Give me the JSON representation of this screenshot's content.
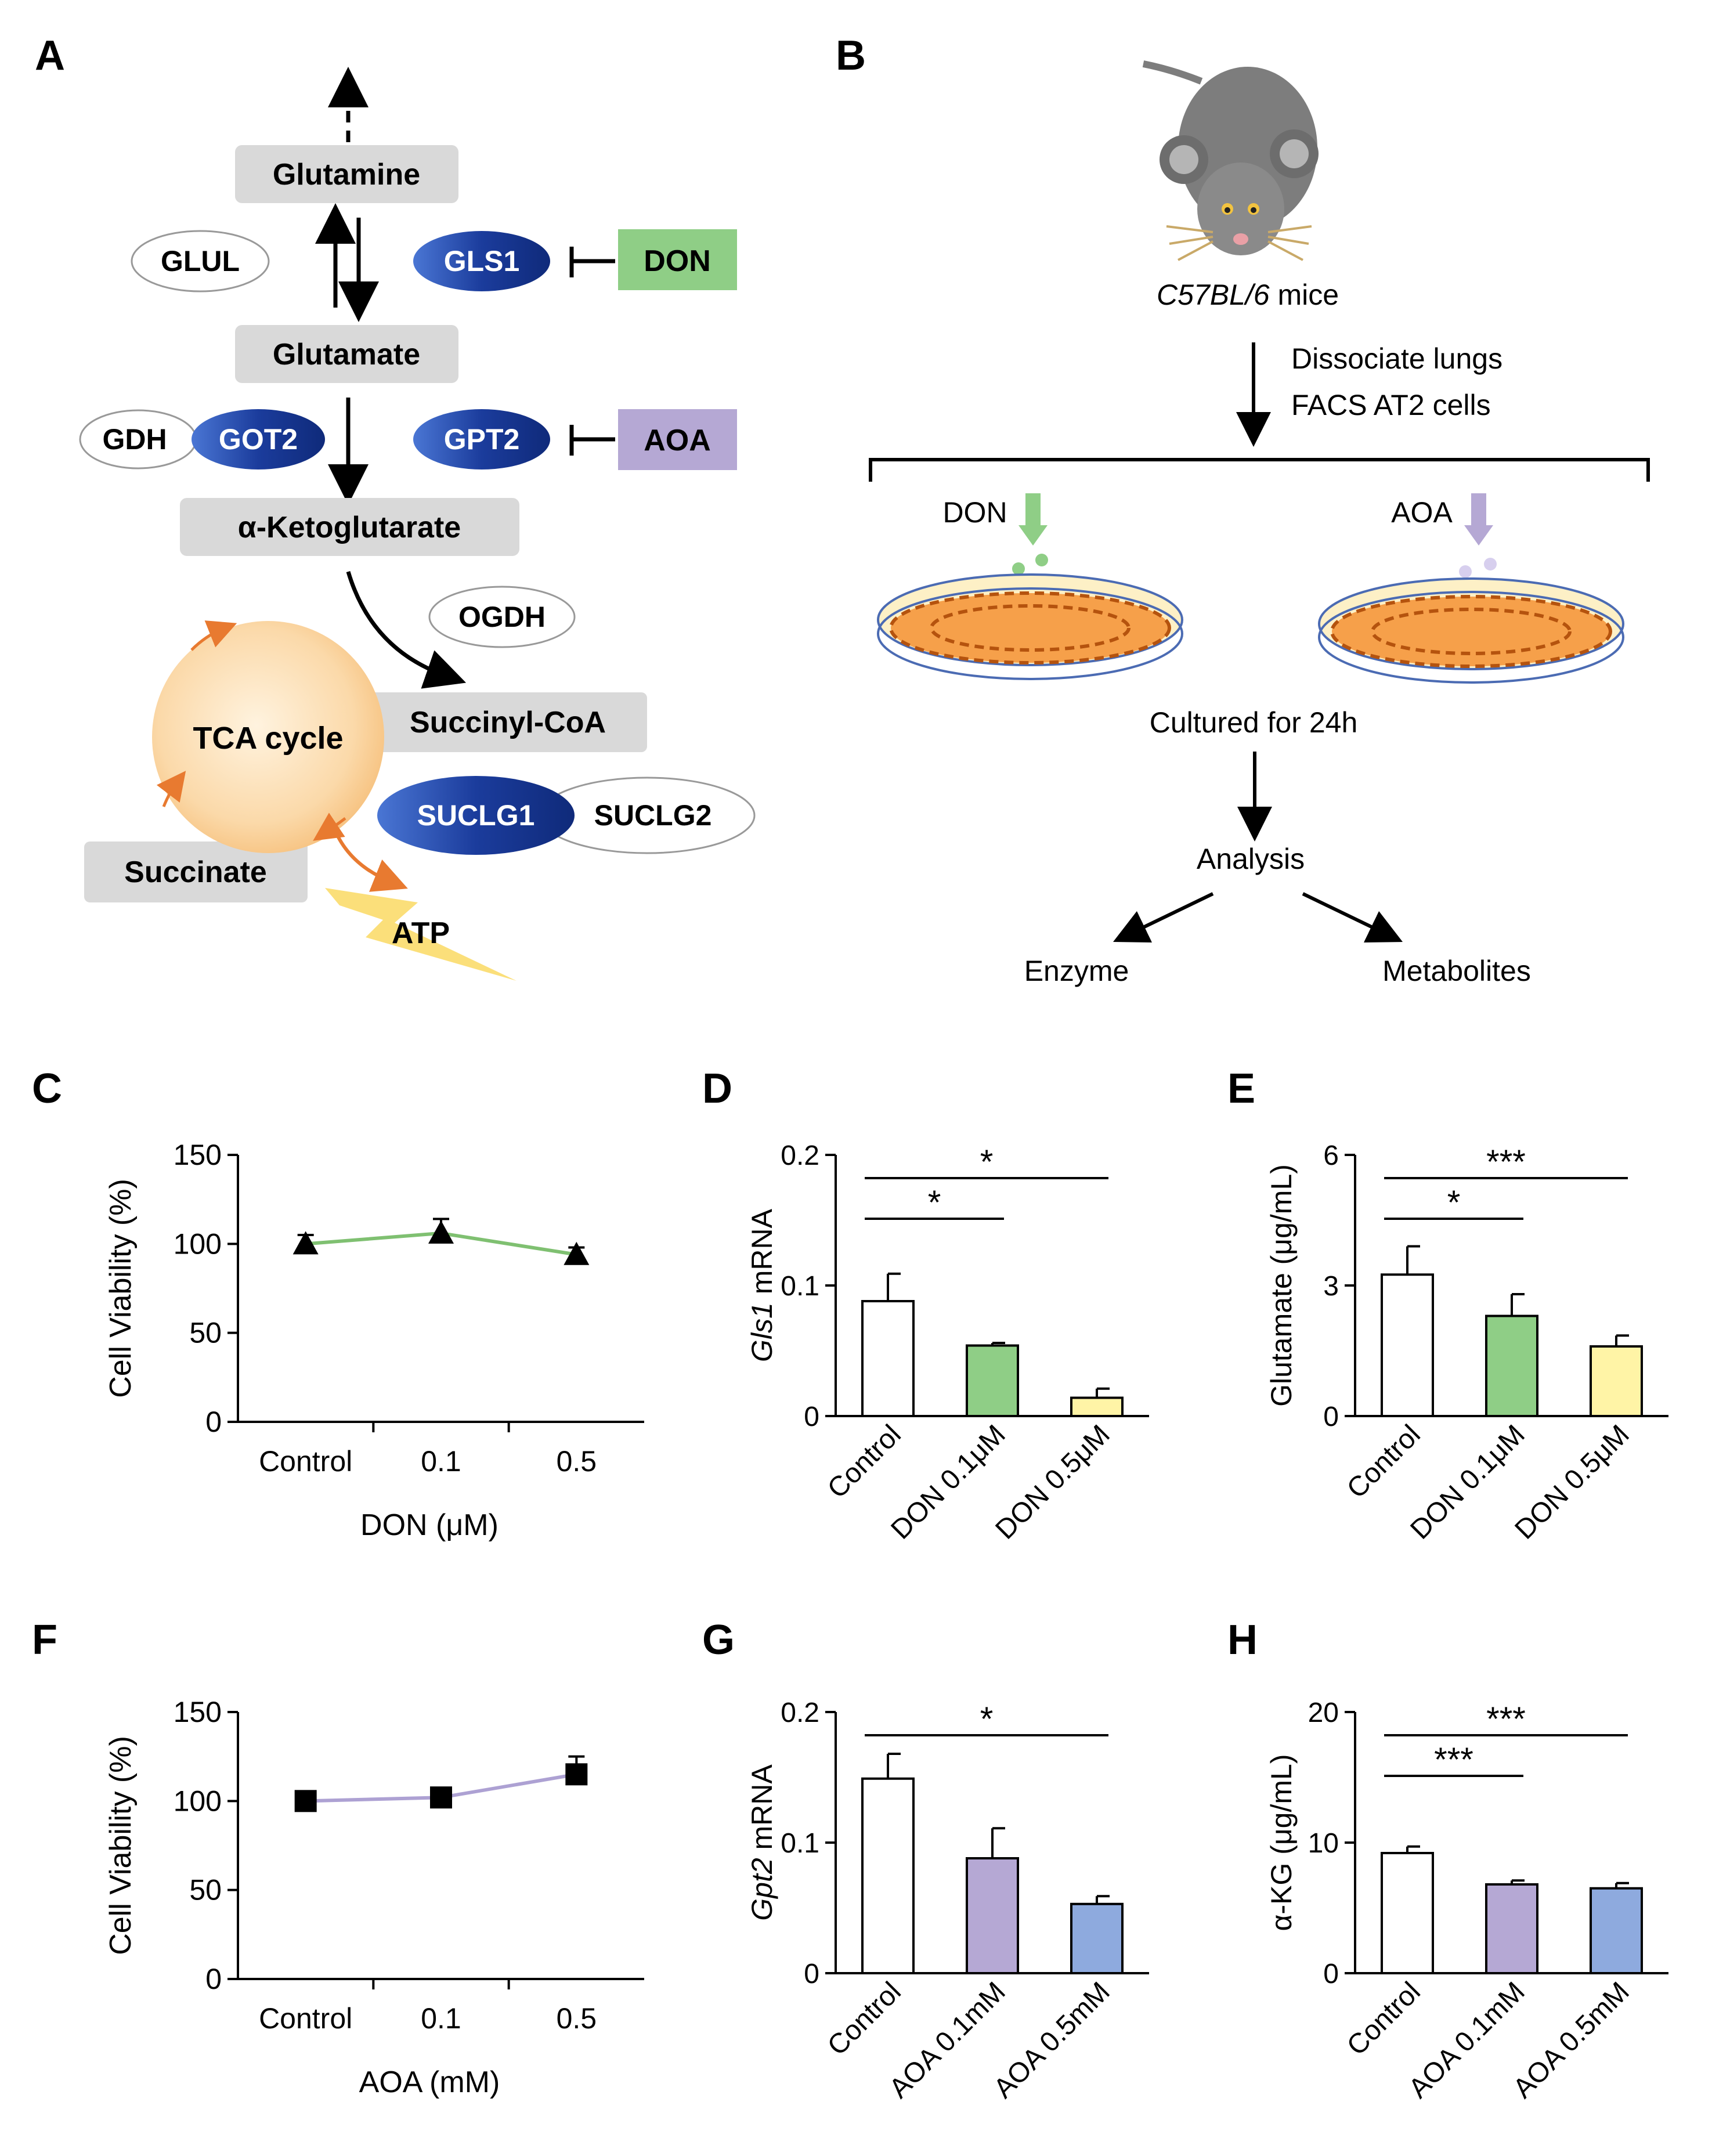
{
  "panel_letters": [
    "A",
    "B",
    "C",
    "D",
    "E",
    "F",
    "G",
    "H"
  ],
  "pathway": {
    "metabolites": {
      "glutamine": "Glutamine",
      "glutamate": "Glutamate",
      "akg": "α-Ketoglutarate",
      "succinyl_coa": "Succinyl-CoA",
      "succinate": "Succinate",
      "tca": "TCA cycle",
      "atp": "ATP"
    },
    "enzymes": {
      "glul": "GLUL",
      "gls1": "GLS1",
      "gdh": "GDH",
      "got2": "GOT2",
      "gpt2": "GPT2",
      "ogdh": "OGDH",
      "suclg1": "SUCLG1",
      "suclg2": "SUCLG2"
    },
    "inhibitors": {
      "don": "DON",
      "aoa": "AOA"
    },
    "colors": {
      "don_box": "#8fce86",
      "aoa_box": "#b5a8d4",
      "enzyme_blue": "#1b3c9c",
      "metab_box": "#d9d9d9",
      "tca": "#fbd9a9",
      "arrow_orange": "#e87a30",
      "atp": "#fbdf7a"
    }
  },
  "workflow": {
    "mice": "C57BL/6",
    "mice_suffix": " mice",
    "step1": "Dissociate lungs",
    "step2": "FACS AT2 cells",
    "don_label": "DON",
    "aoa_label": "AOA",
    "culture": "Cultured for 24h",
    "analysis": "Analysis",
    "out1": "Enzyme",
    "out2": "Metabolites"
  },
  "chart_data": [
    {
      "panel": "C",
      "type": "line",
      "categories": [
        "Control",
        "0.1",
        "0.5"
      ],
      "values": [
        100,
        106,
        94
      ],
      "errors": [
        5,
        8,
        4
      ],
      "ylabel": "Cell Viability (%)",
      "xlabel": "DON (μM)",
      "ylim": [
        0,
        150
      ],
      "yticks": [
        "0",
        "50",
        "100",
        "150"
      ],
      "marker": "triangle",
      "color": "#7fc071"
    },
    {
      "panel": "D",
      "type": "bar",
      "categories": [
        "Control",
        "DON 0.1μM",
        "DON 0.5μM"
      ],
      "values": [
        0.088,
        0.054,
        0.014
      ],
      "errors": [
        0.021,
        0.002,
        0.007
      ],
      "ylabel_italic": "Gls1",
      "ylabel_rest": " mRNA",
      "ylim": [
        0,
        0.2
      ],
      "yticks": [
        "0",
        "0.1",
        "0.2"
      ],
      "colors": [
        "#ffffff",
        "#8fce86",
        "#fff4a6"
      ],
      "sig": [
        {
          "from": 0,
          "to": 1,
          "label": "*"
        },
        {
          "from": 0,
          "to": 2,
          "label": "*"
        }
      ]
    },
    {
      "panel": "E",
      "type": "bar",
      "categories": [
        "Control",
        "DON 0.1μM",
        "DON 0.5μM"
      ],
      "values": [
        3.25,
        2.3,
        1.6
      ],
      "errors": [
        0.65,
        0.5,
        0.25
      ],
      "ylabel": "Glutamate (μg/mL)",
      "ylim": [
        0,
        6
      ],
      "yticks": [
        "0",
        "3",
        "6"
      ],
      "colors": [
        "#ffffff",
        "#8fce86",
        "#fff4a6"
      ],
      "sig": [
        {
          "from": 0,
          "to": 1,
          "label": "*"
        },
        {
          "from": 0,
          "to": 2,
          "label": "***"
        }
      ]
    },
    {
      "panel": "F",
      "type": "line",
      "categories": [
        "Control",
        "0.1",
        "0.5"
      ],
      "values": [
        100,
        102,
        115
      ],
      "errors": [
        3,
        5,
        10
      ],
      "ylabel": "Cell Viability (%)",
      "xlabel": "AOA (mM)",
      "ylim": [
        0,
        150
      ],
      "yticks": [
        "0",
        "50",
        "100",
        "150"
      ],
      "marker": "square",
      "color": "#ada1d3"
    },
    {
      "panel": "G",
      "type": "bar",
      "categories": [
        "Control",
        "AOA 0.1mM",
        "AOA 0.5mM"
      ],
      "values": [
        0.149,
        0.088,
        0.053
      ],
      "errors": [
        0.019,
        0.023,
        0.006
      ],
      "ylabel_italic": "Gpt2",
      "ylabel_rest": " mRNA",
      "ylim": [
        0,
        0.2
      ],
      "yticks": [
        "0",
        "0.1",
        "0.2"
      ],
      "colors": [
        "#ffffff",
        "#b5a8d4",
        "#8eaade"
      ],
      "sig": [
        {
          "from": 0,
          "to": 2,
          "label": "*"
        }
      ]
    },
    {
      "panel": "H",
      "type": "bar",
      "categories": [
        "Control",
        "AOA 0.1mM",
        "AOA 0.5mM"
      ],
      "values": [
        9.2,
        6.8,
        6.5
      ],
      "errors": [
        0.5,
        0.3,
        0.4
      ],
      "ylabel": "α-KG (μg/mL)",
      "ylim": [
        0,
        20
      ],
      "yticks": [
        "0",
        "10",
        "20"
      ],
      "colors": [
        "#ffffff",
        "#b5a8d4",
        "#8eaade"
      ],
      "sig": [
        {
          "from": 0,
          "to": 1,
          "label": "***"
        },
        {
          "from": 0,
          "to": 2,
          "label": "***"
        }
      ]
    }
  ]
}
